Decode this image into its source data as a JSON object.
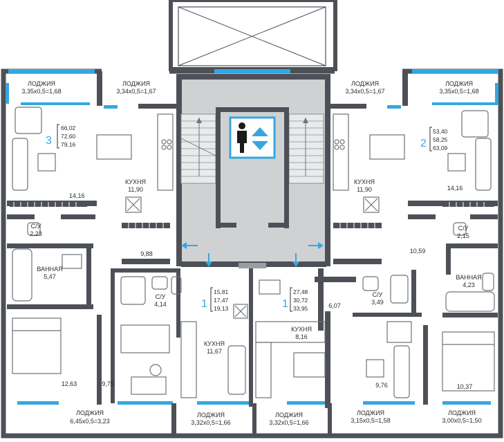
{
  "colors": {
    "wall": "#4d5157",
    "window": "#35a7e0",
    "stair_fill": "#cfd1d3",
    "accent": "#35a7e0",
    "furniture": "#6d7177"
  },
  "icons": {
    "elevator": "elevator-person-icon",
    "door_arrow": "arrow-icon"
  },
  "loggias": {
    "top_left_outer": {
      "name": "ЛОДЖИЯ",
      "size": "3,35х0,5=1,68"
    },
    "top_left_inner": {
      "name": "ЛОДЖИЯ",
      "size": "3,34х0,5=1,67"
    },
    "top_right_inner": {
      "name": "ЛОДЖИЯ",
      "size": "3,34х0,5=1,67"
    },
    "top_right_outer": {
      "name": "ЛОДЖИЯ",
      "size": "3,35х0,5=1,68"
    },
    "bottom_left": {
      "name": "ЛОДЖИЯ",
      "size": "6,45х0,5=3,23"
    },
    "bottom_mid_left": {
      "name": "ЛОДЖИЯ",
      "size": "3,32х0,5=1,66"
    },
    "bottom_mid_right": {
      "name": "ЛОДЖИЯ",
      "size": "3,32х0,5=1,66"
    },
    "bottom_right_inner": {
      "name": "ЛОДЖИЯ",
      "size": "3,15х0,5=1,58"
    },
    "bottom_right_outer": {
      "name": "ЛОДЖИЯ",
      "size": "3,00х0,5=1,50"
    }
  },
  "apartments": {
    "apt3": {
      "rooms": "3",
      "areas": [
        "66,02",
        "72,60",
        "79,16"
      ]
    },
    "apt2": {
      "rooms": "2",
      "areas": [
        "53,40",
        "58,25",
        "63,09"
      ]
    },
    "apt1a": {
      "rooms": "1",
      "areas": [
        "15,81",
        "17,47",
        "19,13"
      ]
    },
    "apt1b": {
      "rooms": "1",
      "areas": [
        "27,48",
        "30,72",
        "33,95"
      ]
    }
  },
  "rooms": {
    "left_living": "14,16",
    "left_kitchen_name": "КУХНЯ",
    "left_kitchen_area": "11,90",
    "left_su_name": "С/У",
    "left_su_area": "2,23",
    "left_bath_name": "ВАННАЯ",
    "left_bath_area": "5,47",
    "left_hall": "9,88",
    "left_bedroom": "12,63",
    "left_study": "9,75",
    "mid_su_name": "С/У",
    "mid_su_area": "4,14",
    "mid_kitchen_name": "КУХНЯ",
    "mid_kitchen_area": "11,67",
    "right_kitchen_name": "КУХНЯ",
    "right_kitchen_area": "11,90",
    "right_living": "14,16",
    "right_su_name": "С/У",
    "right_su_area": "2,15",
    "right_hall": "10,59",
    "right_bath_name": "ВАННАЯ",
    "right_bath_area": "4,23",
    "mid2_su_name": "С/У",
    "mid2_su_area": "3,49",
    "mid2_hall": "6,07",
    "mid2_kitchen_name": "КУХНЯ",
    "mid2_kitchen_area": "8,16",
    "mid2_room": "9,76",
    "right_bedroom": "10,37"
  }
}
